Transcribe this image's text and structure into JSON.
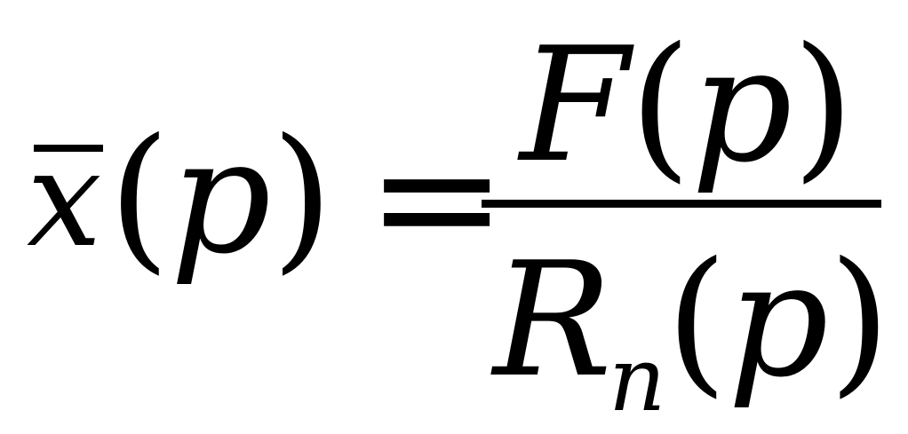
{
  "equation": {
    "lhs": {
      "variable": "x",
      "overbar": true,
      "open_paren": "(",
      "argument": "p",
      "close_paren": ")"
    },
    "equals": "=",
    "numerator": {
      "function": "F",
      "open_paren": "(",
      "argument": "p",
      "close_paren": ")"
    },
    "denominator": {
      "function": "R",
      "subscript": "n",
      "open_paren": "(",
      "argument": "p",
      "close_paren": ")"
    }
  }
}
